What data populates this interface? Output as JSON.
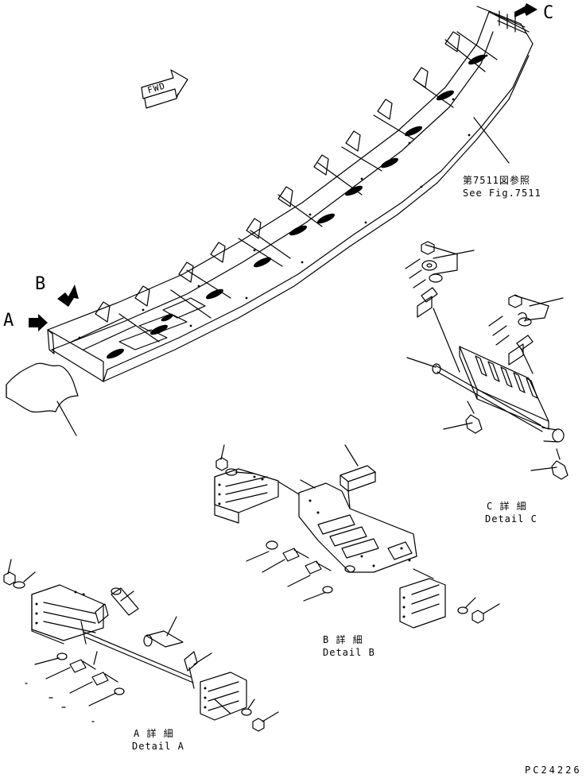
{
  "callouts": {
    "a": "A",
    "b": "B",
    "c": "C"
  },
  "fwd": "FWD",
  "reference": {
    "jp": "第7511図参照",
    "en": "See Fig.7511"
  },
  "details": {
    "a": {
      "jp": "A 詳 細",
      "en": "Detail A"
    },
    "b": {
      "jp": "B 詳 細",
      "en": "Detail B"
    },
    "c": {
      "jp": "C 詳 細",
      "en": "Detail C"
    }
  },
  "drawing_number": "PC24226",
  "line_color": "#000000",
  "background": "#ffffff"
}
